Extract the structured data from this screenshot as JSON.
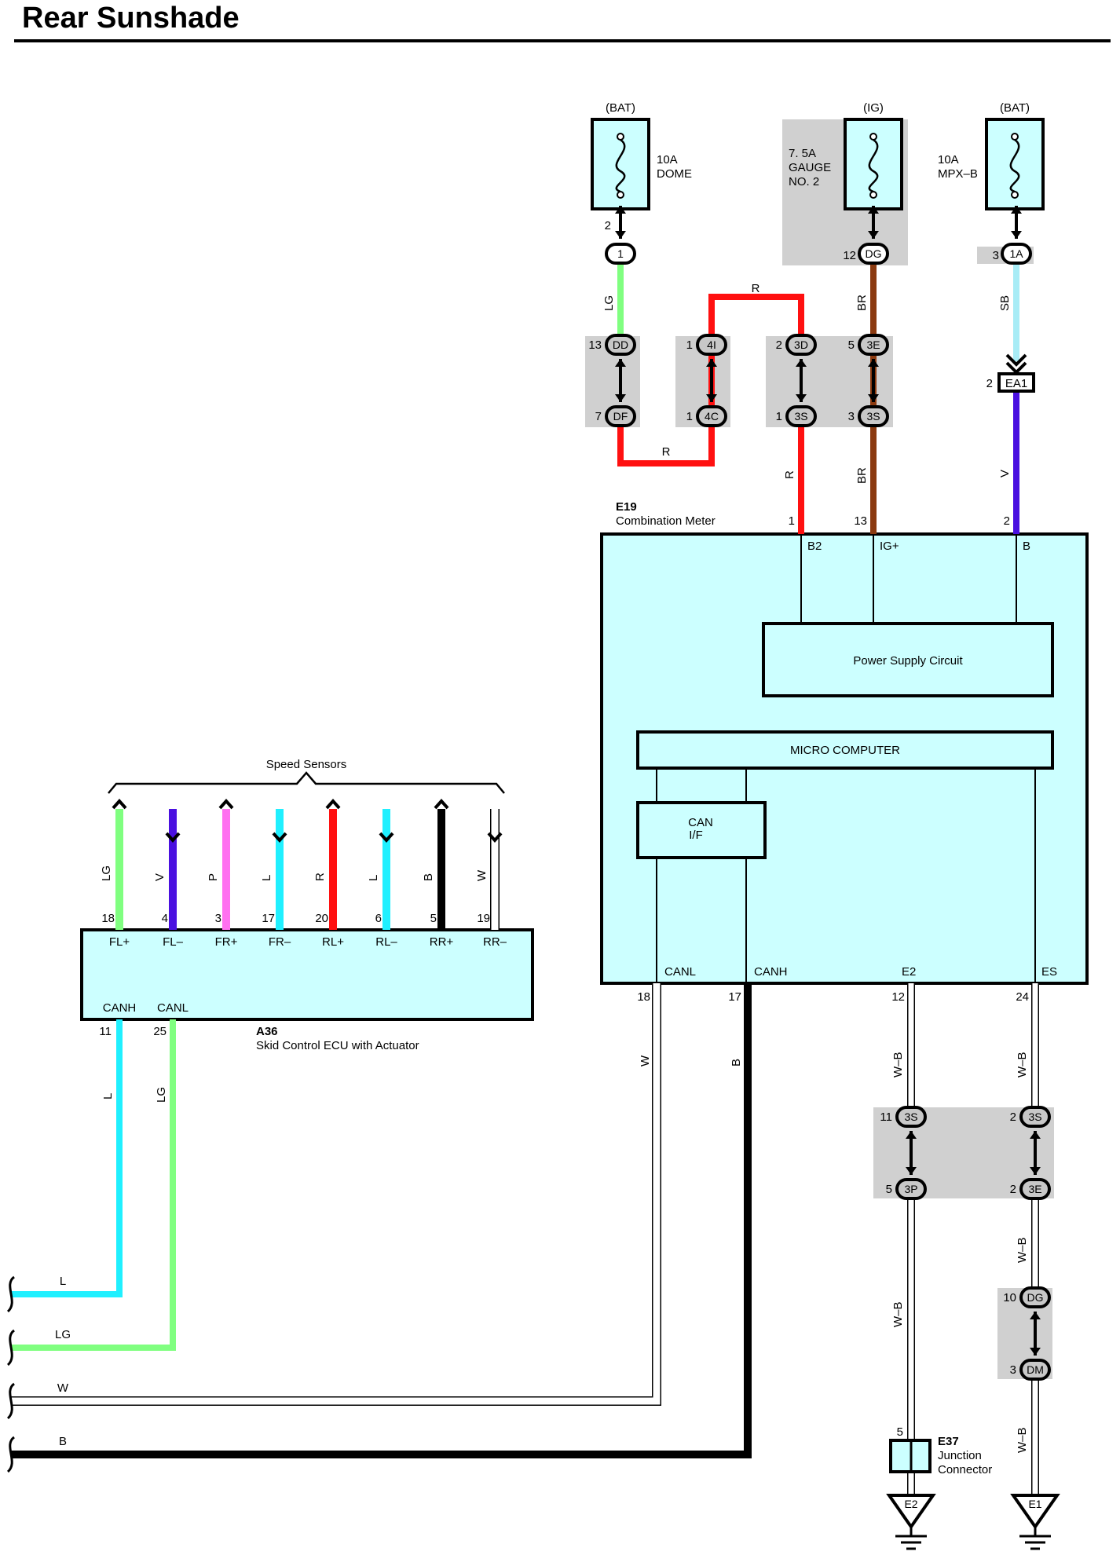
{
  "title": "Rear Sunshade",
  "colors": {
    "LG": "#80ff80",
    "R": "#ff1010",
    "BR": "#8b3a10",
    "SB": "#a8ecf6",
    "V": "#4a10e0",
    "L": "#20f0ff",
    "P": "#ff70f0",
    "B": "#000000",
    "W": "#ffffff",
    "WB": "#ffffff",
    "module_fill": "#ccffff",
    "splice_fill": "#d0d0d0"
  },
  "fuses": [
    {
      "source": "(BAT)",
      "rating": "10A",
      "name": "DOME",
      "name2": "",
      "pin": "2",
      "jconn": "1",
      "jpin": ""
    },
    {
      "source": "(IG)",
      "rating": "7. 5A",
      "name": "GAUGE",
      "name2": "NO. 2",
      "pin": "",
      "jconn": "DG",
      "jpin": "12"
    },
    {
      "source": "(BAT)",
      "rating": "10A",
      "name": "MPX–B",
      "name2": "",
      "pin": "",
      "jconn": "1A",
      "jpin": "3"
    }
  ],
  "wire_labels": {
    "lg1": "LG",
    "r_top": "R",
    "r_mid": "R",
    "br1": "BR",
    "sb": "SB",
    "r_low": "R",
    "br_low": "BR",
    "v": "V",
    "w_ecu": "W",
    "b_ecu": "B",
    "wb1": "W–B",
    "wb2": "W–B",
    "wb3": "W–B",
    "wb4": "W–B",
    "wb5": "W–B",
    "l_a36": "L",
    "lg_a36": "LG",
    "out_l": "L",
    "out_lg": "LG",
    "out_w": "W",
    "out_b": "B"
  },
  "splices": [
    {
      "top": "DD",
      "top_pin": "13",
      "bot": "DF",
      "bot_pin": "7"
    },
    {
      "top": "4I",
      "top_pin": "1",
      "bot": "4C",
      "bot_pin": "1"
    },
    {
      "top": "3D",
      "top_pin": "2",
      "bot": "3S",
      "bot_pin": "1"
    },
    {
      "top": "3E",
      "top_pin": "5",
      "bot": "3S",
      "bot_pin": "3"
    },
    {
      "top": "3S",
      "top_pin": "11",
      "bot": "3P",
      "bot_pin": "5"
    },
    {
      "top": "3S",
      "top_pin": "2",
      "bot": "3E",
      "bot_pin": "2"
    },
    {
      "top": "DG",
      "top_pin": "10",
      "bot": "DM",
      "bot_pin": "3"
    }
  ],
  "ea1": {
    "label": "EA1",
    "pin": "2"
  },
  "e19": {
    "code": "E19",
    "name": "Combination Meter",
    "pins_top": [
      {
        "num": "1",
        "term": "B2"
      },
      {
        "num": "13",
        "term": "IG+"
      },
      {
        "num": "2",
        "term": "B"
      }
    ],
    "pins_bottom": [
      {
        "num": "18",
        "term": "CANL"
      },
      {
        "num": "17",
        "term": "CANH"
      },
      {
        "num": "12",
        "term": "E2"
      },
      {
        "num": "24",
        "term": "ES"
      }
    ],
    "power_supply": "Power Supply Circuit",
    "micro": "MICRO COMPUTER",
    "can_if_1": "CAN",
    "can_if_2": "I/F"
  },
  "a36": {
    "code": "A36",
    "name": "Skid Control ECU with Actuator",
    "group_label": "Speed Sensors",
    "sensors": [
      {
        "color_label": "LG",
        "pin": "18",
        "term": "FL+",
        "dir": "up"
      },
      {
        "color_label": "V",
        "pin": "4",
        "term": "FL–",
        "dir": "down"
      },
      {
        "color_label": "P",
        "pin": "3",
        "term": "FR+",
        "dir": "up"
      },
      {
        "color_label": "L",
        "pin": "17",
        "term": "FR–",
        "dir": "down"
      },
      {
        "color_label": "R",
        "pin": "20",
        "term": "RL+",
        "dir": "up"
      },
      {
        "color_label": "L",
        "pin": "6",
        "term": "RL–",
        "dir": "down"
      },
      {
        "color_label": "B",
        "pin": "5",
        "term": "RR+",
        "dir": "up"
      },
      {
        "color_label": "W",
        "pin": "19",
        "term": "RR–",
        "dir": "down"
      }
    ],
    "bottom_pins": [
      {
        "num": "11",
        "term": "CANH"
      },
      {
        "num": "25",
        "term": "CANL"
      }
    ]
  },
  "e37": {
    "code": "E37",
    "name1": "Junction",
    "name2": "Connector",
    "pin": "5"
  },
  "grounds": {
    "g1": "E2",
    "g2": "E1"
  }
}
